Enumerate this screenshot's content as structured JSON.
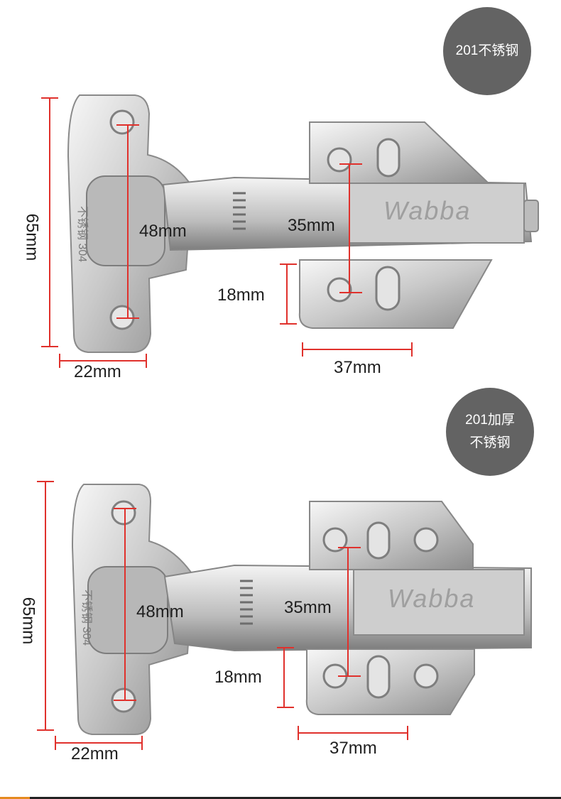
{
  "panels": [
    {
      "badge_lines": [
        "201不锈钢"
      ],
      "brand_logo": "Wabba",
      "cup_stamp": "不锈钢 304",
      "dims": {
        "height": "65mm",
        "cup_to_edge": "22mm",
        "cup_diameter": "48mm",
        "plate_span": "35mm",
        "plate_hole": "18mm",
        "plate_width": "37mm"
      }
    },
    {
      "badge_lines": [
        "201加厚",
        "不锈钢"
      ],
      "brand_logo": "Wabba",
      "cup_stamp": "不锈钢 304",
      "dims": {
        "height": "65mm",
        "cup_to_edge": "22mm",
        "cup_diameter": "48mm",
        "plate_span": "35mm",
        "plate_hole": "18mm",
        "plate_width": "37mm"
      }
    }
  ],
  "colors": {
    "dimension_line": "#e0312c",
    "badge": "#636363",
    "steel_light": "#f1f1f1",
    "steel_dark": "#9a9a9a"
  }
}
